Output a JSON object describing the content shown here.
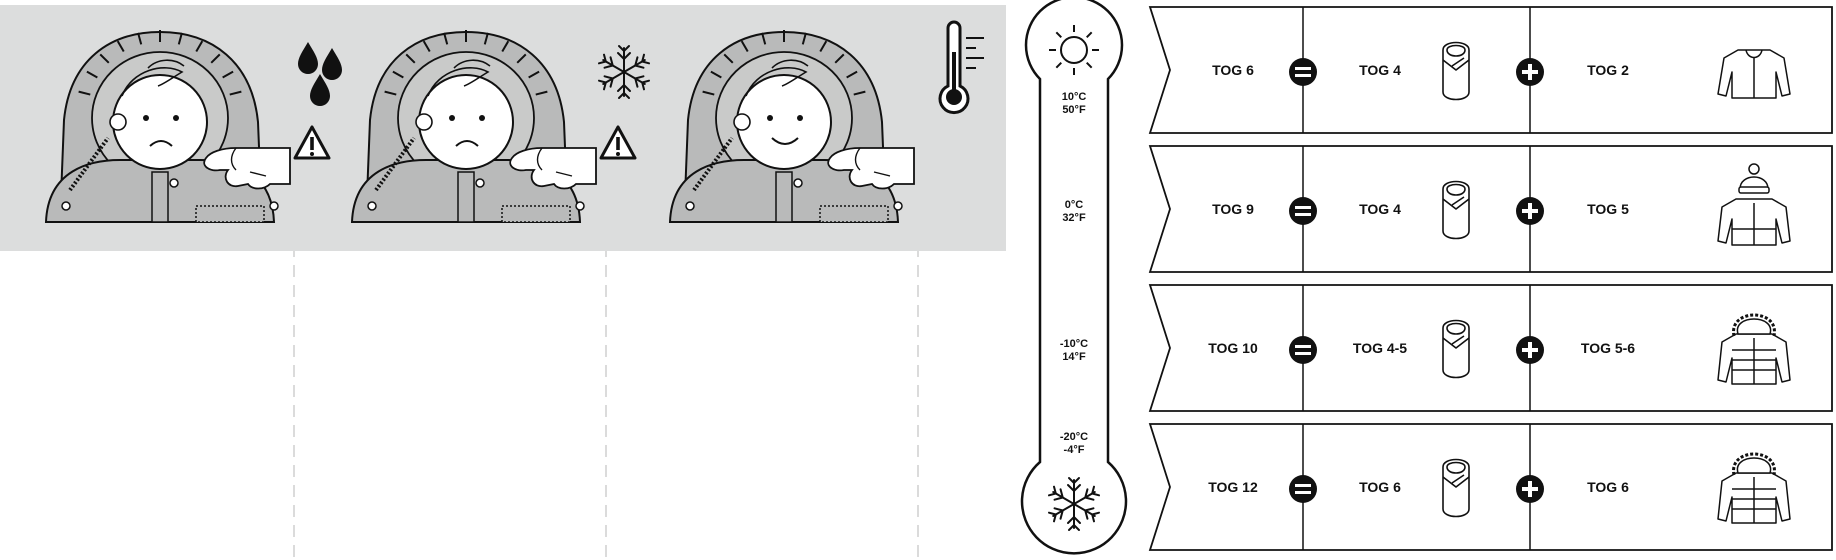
{
  "scenes": [
    {
      "id": "wet",
      "indicator": "water-drops-icon",
      "has_warning": true,
      "mood": "sad"
    },
    {
      "id": "cold",
      "indicator": "snowflake-icon",
      "has_warning": true,
      "mood": "sad"
    },
    {
      "id": "ok",
      "indicator": "thermometer-icon",
      "has_warning": false,
      "mood": "happy"
    }
  ],
  "thermometer": {
    "labels": [
      {
        "c": "10°C",
        "f": "50°F"
      },
      {
        "c": "0°C",
        "f": "32°F"
      },
      {
        "c": "-10°C",
        "f": "14°F"
      },
      {
        "c": "-20°C",
        "f": "-4°F"
      }
    ]
  },
  "rows": [
    {
      "total": "TOG 6",
      "bag": "TOG 4",
      "jacket": "TOG 2",
      "jacket_icon": "cardigan-icon"
    },
    {
      "total": "TOG 9",
      "bag": "TOG 4",
      "jacket": "TOG 5",
      "jacket_icon": "jacket-with-hat-icon"
    },
    {
      "total": "TOG 10",
      "bag": "TOG 4-5",
      "jacket": "TOG 5-6",
      "jacket_icon": "puffer-jacket-icon"
    },
    {
      "total": "TOG 12",
      "bag": "TOG 6",
      "jacket": "TOG 6",
      "jacket_icon": "fur-hood-parka-icon"
    }
  ],
  "colors": {
    "panel": "#dcdddd",
    "line": "#1a1a1a",
    "hood": "#b9baba",
    "dash": "#cfcfcf"
  }
}
